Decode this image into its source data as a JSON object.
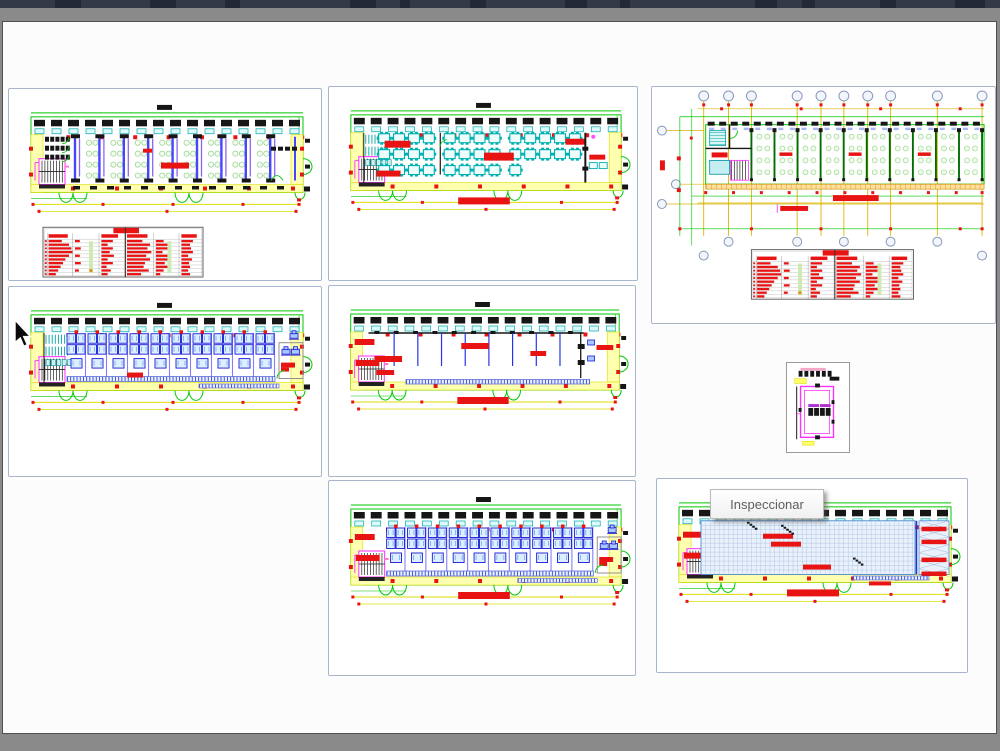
{
  "window": {
    "top_bar_color": "#333a46",
    "chrome_gray": "#8a8a8a",
    "canvas_color": "#fcfcfc"
  },
  "tooltip": {
    "text": "Inspeccionar"
  },
  "cursor": {
    "type": "arrow"
  },
  "palette": {
    "outline_green": "#00c800",
    "wall_yellow": "#ffffb0",
    "wall_yellow_stroke": "#dede00",
    "accent_red": "#e81414",
    "table_cyan": "#00b0b0",
    "table_cyan_fill": "#effcfc",
    "desk_blue": "#1818d8",
    "desk_blue_fill": "#ddeeff",
    "column_blue": "#4646ff",
    "column_violet": "#8a66ee",
    "stair_magenta": "#ff3cff",
    "ceiling_grid_line": "#a9c4e4",
    "ceiling_grid_fill": "#eaf1fb",
    "ceiling_grid_edge": "#4a88cc",
    "axis_yellow": "#dcb400",
    "bay_green": "#006d00",
    "circle_green": "#9cd494",
    "bubble_stroke": "#8898b8",
    "detail_black": "#161616",
    "orange_hatch": "#cf8a00"
  },
  "panels": [
    {
      "id": "plan-top-left",
      "interior": "columns",
      "left_zone": "fixtures",
      "title_bar": false,
      "schedule": true
    },
    {
      "id": "plan-top-center",
      "interior": "tables",
      "left_zone": "cyan",
      "title_bar": true,
      "schedule": false
    },
    {
      "id": "plan-top-right",
      "interior": "axis-grid",
      "left_zone": "stair-core",
      "title_bar": false,
      "schedule": true
    },
    {
      "id": "plan-mid-left",
      "interior": "desks",
      "left_zone": "cyan",
      "title_bar": false,
      "schedule": false
    },
    {
      "id": "plan-mid-center",
      "interior": "open-hall",
      "left_zone": "labels",
      "title_bar": true,
      "schedule": false
    },
    {
      "id": "stair-detail",
      "interior": "stair-detail",
      "left_zone": "none",
      "title_bar": false,
      "schedule": false
    },
    {
      "id": "plan-bottom-center",
      "interior": "desks",
      "left_zone": "labels",
      "title_bar": true,
      "schedule": false
    },
    {
      "id": "plan-bottom-right",
      "interior": "ceiling-grid",
      "left_zone": "labels",
      "title_bar": true,
      "schedule": false
    }
  ],
  "schedule": {
    "header_cols": [
      0,
      2,
      3,
      5
    ],
    "rows": [
      [
        0.55,
        0.25,
        0.55,
        0.6,
        0.35,
        0.6
      ],
      [
        0.85,
        0.0,
        0.3,
        0.9,
        0.55,
        0.45
      ],
      [
        0.95,
        0.3,
        0.55,
        0.8,
        0.6,
        0.5
      ],
      [
        1.0,
        0.0,
        0.4,
        0.95,
        0.3,
        0.6
      ],
      [
        0.85,
        0.25,
        0.6,
        0.75,
        0.55,
        0.35
      ],
      [
        0.7,
        0.0,
        0.3,
        0.9,
        0.6,
        0.55
      ],
      [
        0.6,
        0.3,
        0.55,
        0.7,
        0.4,
        0.4
      ],
      [
        0.5,
        0.0,
        0.25,
        0.65,
        0.55,
        0.45
      ],
      [
        0.4,
        0.2,
        0.45,
        0.85,
        0.35,
        0.35
      ],
      [
        0.3,
        0.0,
        0.3,
        0.55,
        0.2,
        0.45
      ]
    ]
  }
}
